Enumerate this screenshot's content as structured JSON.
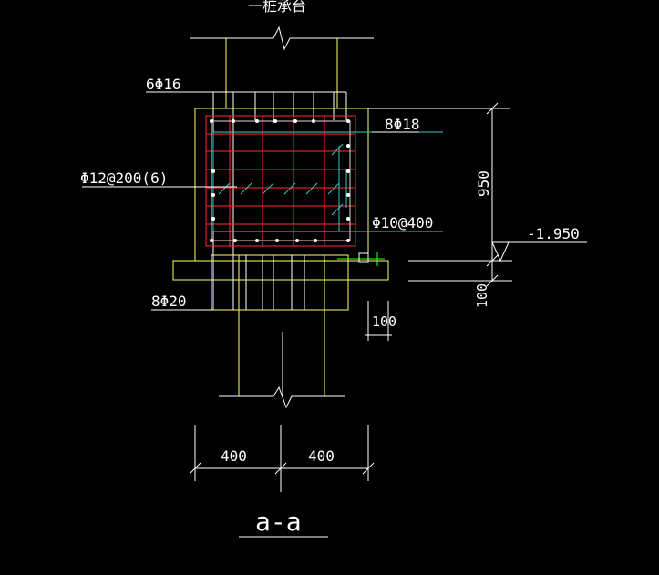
{
  "drawing": {
    "title_partial": "一桩承台",
    "section_label": "a-a",
    "labels": {
      "top_bars": "6Φ16",
      "side_bars": "8Φ18",
      "stirrups": "Φ12@200(6)",
      "tie_bars": "Φ10@400",
      "bottom_bars": "8Φ20"
    },
    "dimensions": {
      "height_cap": "950",
      "bottom_layer": "100",
      "offset": "100",
      "elevation": "-1.950",
      "width_left": "400",
      "width_right": "400"
    },
    "colors": {
      "background": "#000000",
      "outline": "#ffff66",
      "rebar": "#ff2a2a",
      "dimension": "#ffffff",
      "tie": "#33cccc",
      "marker": "#33ff33"
    }
  }
}
